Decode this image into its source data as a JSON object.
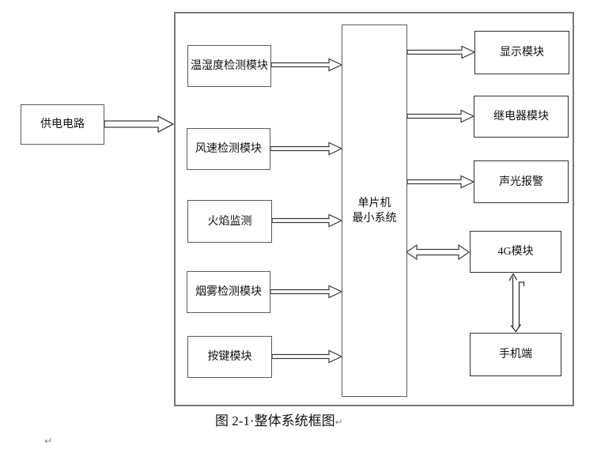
{
  "figure": {
    "caption": {
      "label": "图 2-1·整体系统框图",
      "paragraph_mark": "↵"
    },
    "stray_paragraph_mark": "↵"
  },
  "diagram": {
    "power_box": "供电电路",
    "left_modules": [
      "温湿度检测模块",
      "风速检测模块",
      "火焰监测",
      "烟雾检测模块",
      "按键模块"
    ],
    "mcu": {
      "line1": "单片机",
      "line2": "最小系统"
    },
    "right_modules": [
      "显示模块",
      "继电器模块",
      "声光报警",
      "4G模块",
      "手机端"
    ],
    "connections": [
      {
        "from": "供电电路",
        "to": "drawing-canvas",
        "type": "hollow-arrow-right"
      },
      {
        "from": "温湿度检测模块",
        "to": "单片机最小系统",
        "type": "hollow-arrow-right"
      },
      {
        "from": "风速检测模块",
        "to": "单片机最小系统",
        "type": "hollow-arrow-right"
      },
      {
        "from": "火焰监测",
        "to": "单片机最小系统",
        "type": "hollow-arrow-right"
      },
      {
        "from": "烟雾检测模块",
        "to": "单片机最小系统",
        "type": "hollow-arrow-right"
      },
      {
        "from": "按键模块",
        "to": "单片机最小系统",
        "type": "hollow-arrow-right"
      },
      {
        "from": "单片机最小系统",
        "to": "显示模块",
        "type": "hollow-arrow-right"
      },
      {
        "from": "单片机最小系统",
        "to": "继电器模块",
        "type": "hollow-arrow-right"
      },
      {
        "from": "单片机最小系统",
        "to": "声光报警",
        "type": "hollow-arrow-right"
      },
      {
        "from": "单片机最小系统",
        "to": "4G模块",
        "type": "hollow-arrow-double"
      },
      {
        "from": "4G模块",
        "to": "手机端",
        "type": "double-line-arrow-vertical"
      }
    ],
    "colors": {
      "background": "#ffffff",
      "canvas_border": "#787878",
      "box_border_gray": "#5a5a5a",
      "box_border_dark": "#2f2f2f",
      "arrow_stroke": "#3c3c3c",
      "text": "#111111",
      "formatting_mark": "#8a8a8a"
    }
  }
}
